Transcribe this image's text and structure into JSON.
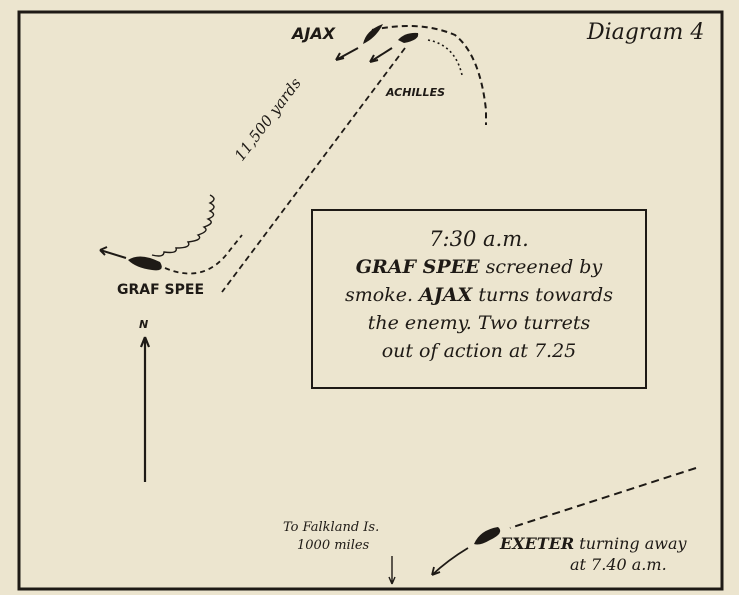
{
  "title": "Diagram 4",
  "ships": {
    "ajax": "AJAX",
    "achilles": "ACHILLES",
    "graf_spee": "GRAF SPEE",
    "exeter": "EXETER"
  },
  "range_label": "11,500 yards",
  "north_label": "N",
  "info_box": {
    "time": "7:30 a.m.",
    "line1_bold": "GRAF SPEE",
    "line1_rest": " screened by",
    "line2_start": "smoke. ",
    "line2_bold": "AJAX",
    "line2_rest": " turns towards",
    "line3": "the enemy. Two turrets",
    "line4": "out of action at 7.25"
  },
  "falkland": {
    "line1": "To Falkland Is.",
    "line2": "1000 miles"
  },
  "exeter_note": {
    "line1_rest": " turning away",
    "line2": "at 7.40 a.m."
  },
  "colors": {
    "ink": "#1e1a16",
    "paper": "#ece5cf"
  }
}
